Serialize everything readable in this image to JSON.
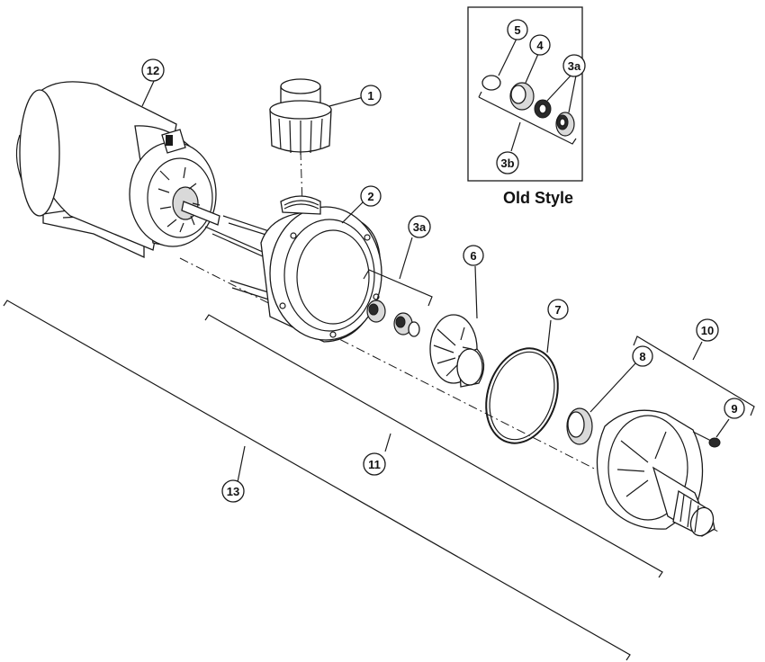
{
  "inset": {
    "title": "Old Style"
  },
  "callouts": [
    {
      "id": "c1",
      "label": "1"
    },
    {
      "id": "c2",
      "label": "2"
    },
    {
      "id": "c3a",
      "label": "3a"
    },
    {
      "id": "c6",
      "label": "6"
    },
    {
      "id": "c7",
      "label": "7"
    },
    {
      "id": "c8",
      "label": "8"
    },
    {
      "id": "c9",
      "label": "9"
    },
    {
      "id": "c10",
      "label": "10"
    },
    {
      "id": "c11",
      "label": "11"
    },
    {
      "id": "c12",
      "label": "12"
    },
    {
      "id": "c13",
      "label": "13"
    },
    {
      "id": "i5",
      "label": "5"
    },
    {
      "id": "i4",
      "label": "4"
    },
    {
      "id": "i3a",
      "label": "3a"
    },
    {
      "id": "i3b",
      "label": "3b"
    }
  ]
}
